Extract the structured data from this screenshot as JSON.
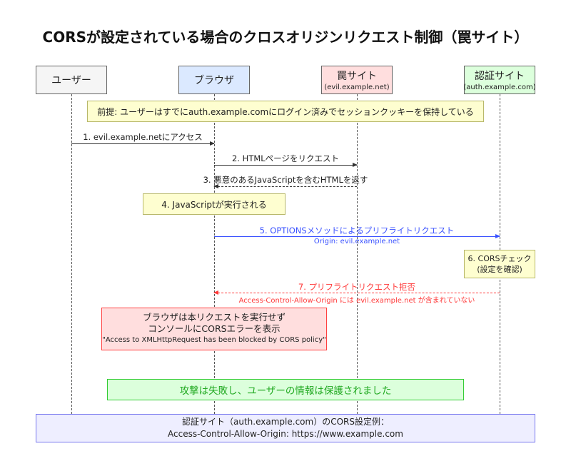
{
  "title": "CORSが設定されている場合のクロスオリジンリクエスト制御（罠サイト）",
  "actors": {
    "user": {
      "name": "ユーザー"
    },
    "browser": {
      "name": "ブラウザ"
    },
    "evil": {
      "name": "罠サイト",
      "sub": "(evil.example.net)"
    },
    "auth": {
      "name": "認証サイト",
      "sub": "(auth.example.com)"
    }
  },
  "notes": {
    "premise": "前提: ユーザーはすでにauth.example.comにログイン済みでセッションクッキーを保持している",
    "js_exec": "4. JavaScriptが実行される",
    "cors_check": {
      "line1": "6. CORSチェック",
      "line2": "(設定を確認)"
    },
    "error": {
      "line1": "ブラウザは本リクエストを実行せず",
      "line2": "コンソールにCORSエラーを表示",
      "line3": "\"Access to XMLHttpRequest has been blocked by CORS policy\""
    },
    "result": "攻撃は失敗し、ユーザーの情報は保護されました",
    "config": {
      "line1": "認証サイト（auth.example.com）のCORS設定例：",
      "line2": "Access-Control-Allow-Origin: https://www.example.com"
    }
  },
  "messages": {
    "m1": "1. evil.example.netにアクセス",
    "m2": "2. HTMLページをリクエスト",
    "m3": "3. 悪意のあるJavaScriptを含むHTMLを返す",
    "m5": "5. OPTIONSメソッドによるプリフライトリクエスト",
    "m5_sub": "Origin: evil.example.net",
    "m7": "7. プリフライトリクエスト拒否",
    "m7_sub": "Access-Control-Allow-Origin には evil.example.net が含まれていない"
  },
  "colors": {
    "user_box": "#f5f5f5",
    "browser_box": "#dbe9ff",
    "evil_box": "#ffdede",
    "auth_box": "#dcffdc",
    "note_yellow": "#fefed0",
    "error_bg": "#ffdede",
    "error_border": "#ff4040",
    "result_bg": "#dcffdc",
    "result_border": "#33cc33",
    "result_text": "#22aa22",
    "config_bg": "#eeeeff",
    "config_border": "#7777ee",
    "blue": "#3a52ff",
    "red": "#ff3a3a"
  }
}
